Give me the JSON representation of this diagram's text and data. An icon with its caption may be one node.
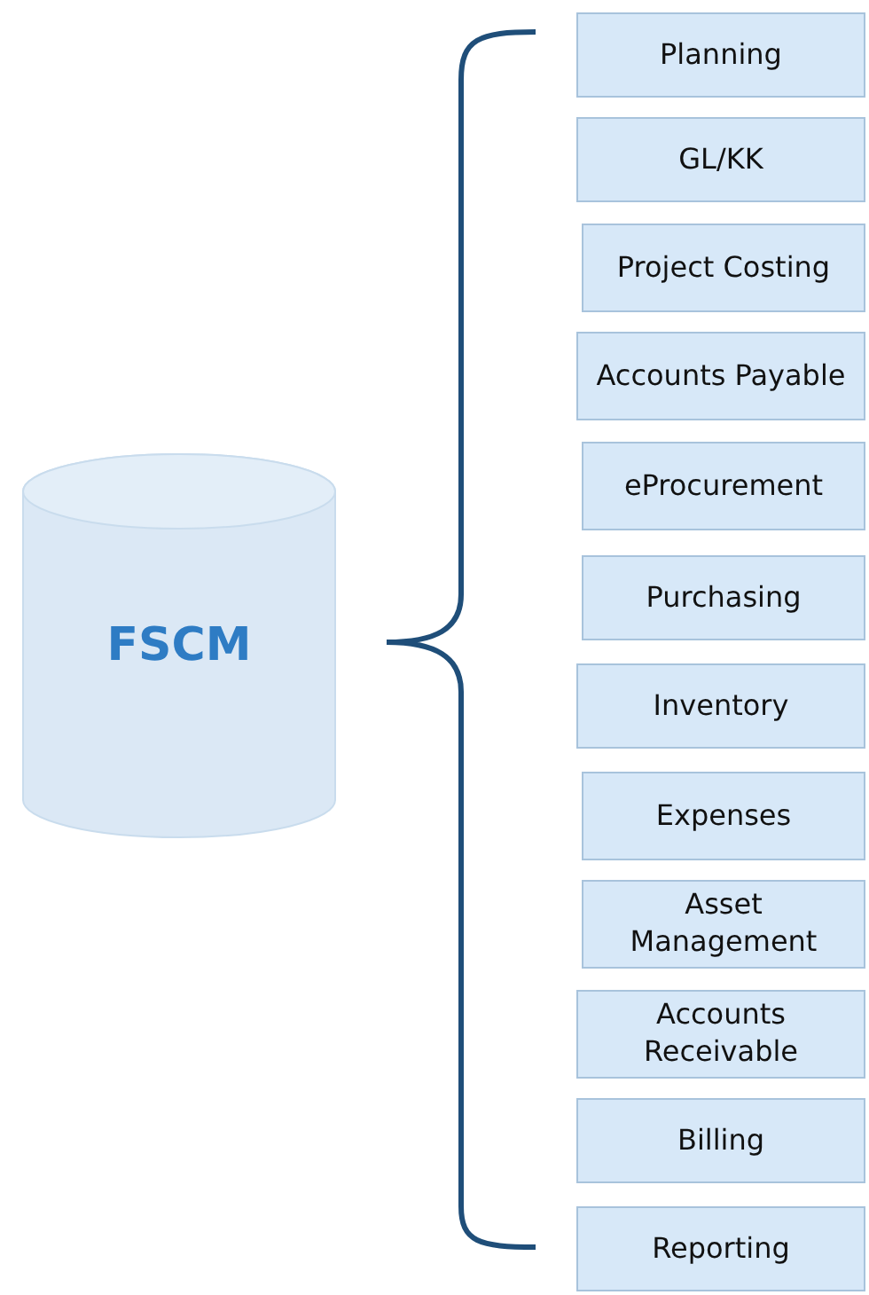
{
  "diagram": {
    "nodes": [
      {
        "text": [
          "FSCM"
        ]
      },
      {
        "text": [
          "Planning"
        ]
      },
      {
        "text": [
          "GL/KK"
        ]
      },
      {
        "text": [
          "Project Costing"
        ]
      },
      {
        "text": [
          "Accounts Payable"
        ]
      },
      {
        "text": [
          "eProcurement"
        ]
      },
      {
        "text": [
          "Purchasing"
        ]
      },
      {
        "text": [
          "Inventory"
        ]
      },
      {
        "text": [
          "Expenses"
        ]
      },
      {
        "text": [
          "Asset Management"
        ]
      },
      {
        "text": [
          "Accounts Receivable"
        ]
      },
      {
        "text": [
          "Billing"
        ]
      },
      {
        "text": [
          "Reporting"
        ]
      }
    ]
  }
}
